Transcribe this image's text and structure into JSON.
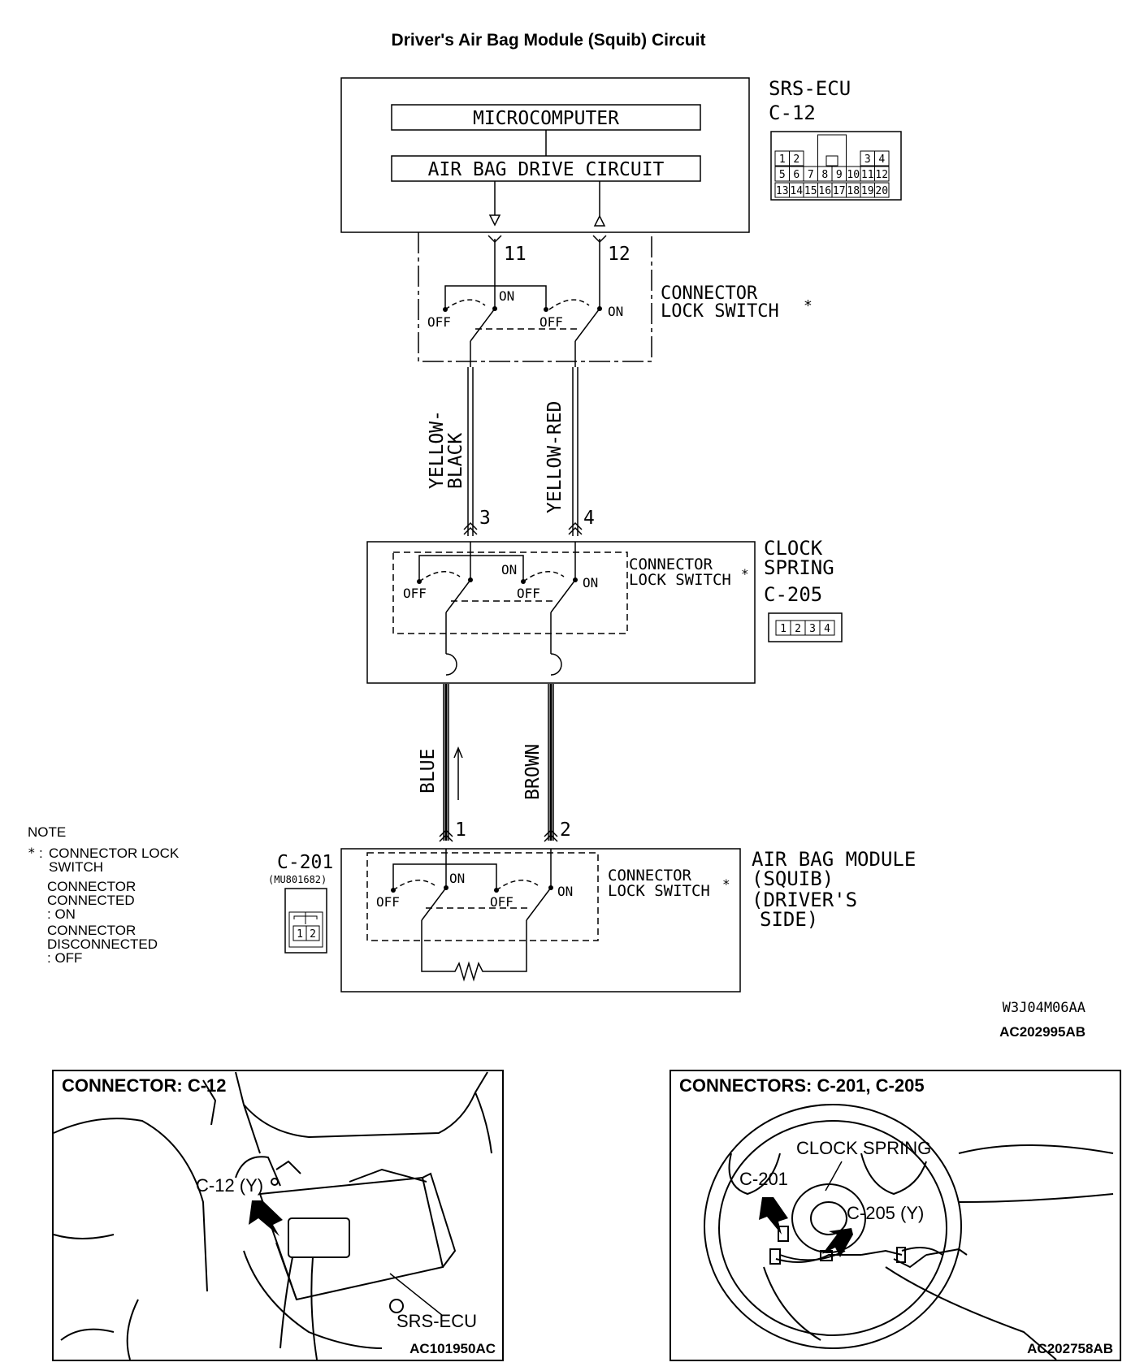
{
  "title": "Driver's Air Bag Module (Squib) Circuit",
  "ecu": {
    "name": "SRS-ECU",
    "connector": "C-12",
    "microcomputer": "MICROCOMPUTER",
    "drive_circuit": "AIR BAG DRIVE CIRCUIT",
    "pin_a": "11",
    "pin_b": "12",
    "pins": [
      "1",
      "2",
      "3",
      "4",
      "5",
      "6",
      "7",
      "8",
      "9",
      "10",
      "11",
      "12",
      "13",
      "14",
      "15",
      "16",
      "17",
      "18",
      "19",
      "20"
    ]
  },
  "lock_switch_label": {
    "line1": "CONNECTOR",
    "line2": "LOCK SWITCH",
    "mark": "*",
    "on": "ON",
    "off": "OFF"
  },
  "wires_upper": {
    "left": {
      "line1": "YELLOW-",
      "line2": "BLACK"
    },
    "right": "YELLOW-RED"
  },
  "clock_spring": {
    "line1": "CLOCK",
    "line2": "SPRING",
    "connector": "C-205",
    "pin_a": "3",
    "pin_b": "4",
    "pins": [
      "1",
      "2",
      "3",
      "4"
    ]
  },
  "wires_lower": {
    "left": "BLUE",
    "right": "BROWN"
  },
  "airbag_module": {
    "line1": "AIR BAG MODULE",
    "line2": "(SQUIB)",
    "line3": "(DRIVER'S",
    "line4": "SIDE)",
    "connector": "C-201",
    "part": "(MU801682)",
    "pin_a": "1",
    "pin_b": "2",
    "pins": [
      "1",
      "2"
    ]
  },
  "note": {
    "heading": "NOTE",
    "mark": "*",
    "l1": "CONNECTOR LOCK",
    "l2": "SWITCH",
    "l3": "CONNECTOR",
    "l4": "CONNECTED",
    "l5": ": ON",
    "l6": "CONNECTOR",
    "l7": "DISCONNECTED",
    "l8": ": OFF"
  },
  "codes": {
    "diagram_code": "W3J04M06AA",
    "figure_id": "AC202995AB"
  },
  "inset_left": {
    "title": "CONNECTOR: C-12",
    "callout": "C-12 (Y)",
    "ecu_label": "SRS-ECU",
    "figure_id": "AC101950AC"
  },
  "inset_right": {
    "title": "CONNECTORS: C-201, C-205",
    "clock_spring": "CLOCK SPRING",
    "c201": "C-201",
    "c205": "C-205 (Y)",
    "figure_id": "AC202758AB"
  }
}
